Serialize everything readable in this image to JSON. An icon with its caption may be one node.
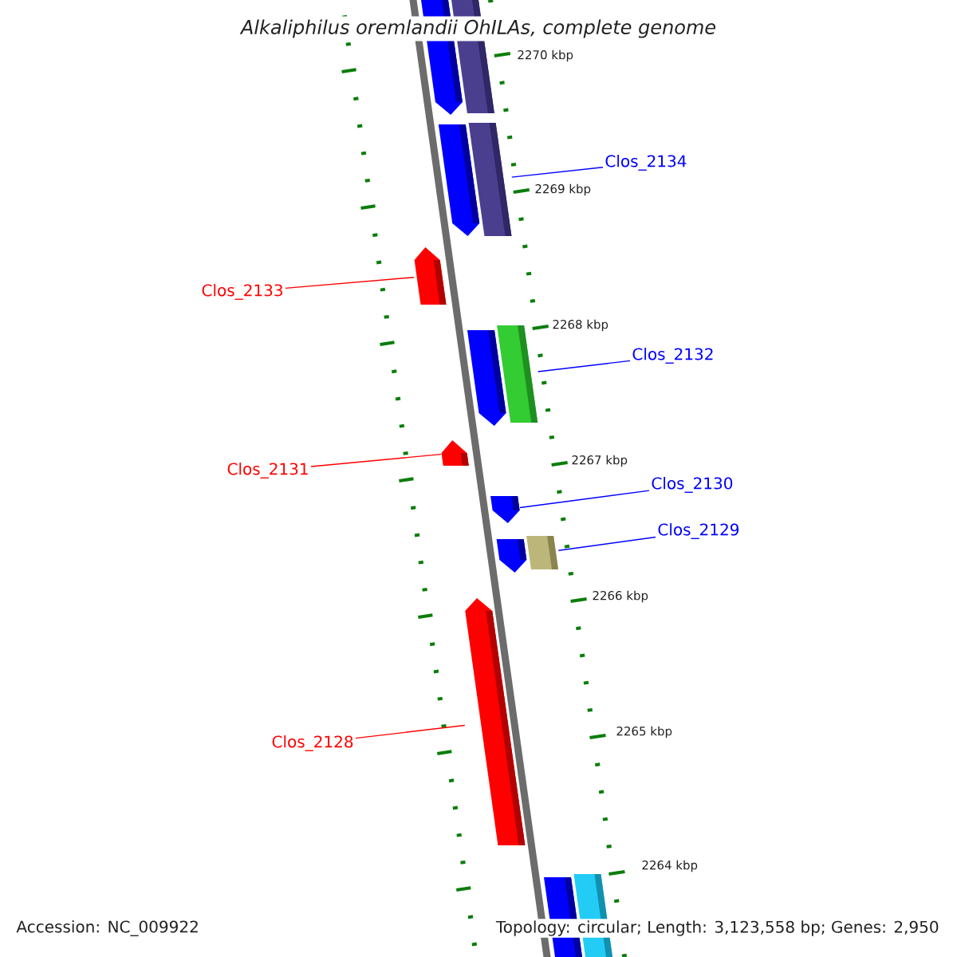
{
  "diagram": {
    "title": "Alkaliphilus oremlandii OhILAs, complete genome",
    "nodes": [
      {
        "text": [],
        "shape": "pentagon"
      },
      {
        "text": [],
        "shape": "bar"
      },
      {
        "text": [],
        "shape": "pentagon"
      },
      {
        "text": [],
        "shape": "bar"
      },
      {
        "text": [
          "Clos_2134"
        ]
      },
      {
        "text": [
          "Clos_2133"
        ]
      },
      {
        "text": [],
        "shape": "pentagon"
      },
      {
        "text": [],
        "shape": "pentagon"
      },
      {
        "text": [],
        "shape": "bar"
      },
      {
        "text": [
          "Clos_2132"
        ]
      },
      {
        "text": [],
        "shape": "pentagon"
      },
      {
        "text": [
          "Clos_2131"
        ]
      },
      {
        "text": [
          "Clos_2130"
        ]
      },
      {
        "text": [],
        "shape": "pentagon"
      },
      {
        "text": [],
        "shape": "pentagon"
      },
      {
        "text": [],
        "shape": "bar"
      },
      {
        "text": [
          "Clos_2129"
        ]
      },
      {
        "text": [],
        "shape": "pentagon"
      },
      {
        "text": [
          "Clos_2128"
        ]
      },
      {
        "text": [],
        "shape": "pentagon"
      },
      {
        "text": [],
        "shape": "bar"
      }
    ],
    "edges": [
      {
        "from": 4,
        "to": 3,
        "arrow": "none"
      },
      {
        "from": 5,
        "to": 6,
        "arrow": "none",
        "color": "#ff0000"
      },
      {
        "from": 9,
        "to": 8,
        "arrow": "none"
      },
      {
        "from": 11,
        "to": 10,
        "arrow": "none",
        "color": "#ff0000"
      },
      {
        "from": 12,
        "to": 13,
        "arrow": "none"
      },
      {
        "from": 16,
        "to": 15,
        "arrow": "none"
      },
      {
        "from": 18,
        "to": 17,
        "arrow": "none",
        "color": "#ff0000"
      }
    ],
    "labels": [
      "2270 kbp",
      "2269 kbp",
      "2268 kbp",
      "2267 kbp",
      "2266 kbp",
      "2265 kbp",
      "2264 kbp",
      "Accession: NC_009922",
      "Topology: circular; Length: 3,123,558 bp; Genes: 2,950"
    ]
  }
}
